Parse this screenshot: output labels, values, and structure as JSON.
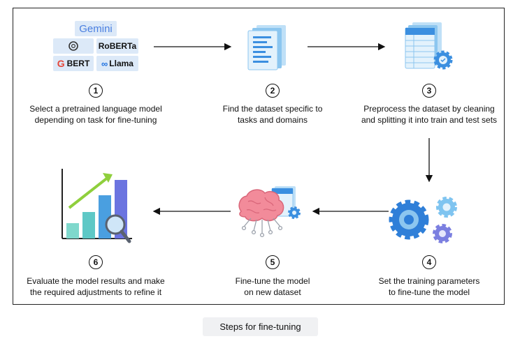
{
  "steps": [
    {
      "number": "1",
      "line1": "Select a pretrained language model",
      "line2": "depending on task for fine-tuning",
      "icon": "model-logos-icon"
    },
    {
      "number": "2",
      "line1": "Find the dataset specific to",
      "line2": "tasks and domains",
      "icon": "document-stack-icon"
    },
    {
      "number": "3",
      "line1": "Preprocess the dataset by cleaning",
      "line2": "and splitting it into train and test sets",
      "icon": "spreadsheet-gear-icon"
    },
    {
      "number": "4",
      "line1": "Set the training parameters",
      "line2": "to fine-tune the model",
      "icon": "gears-icon"
    },
    {
      "number": "5",
      "line1": "Fine-tune the model",
      "line2": "on new dataset",
      "icon": "brain-circuit-icon"
    },
    {
      "number": "6",
      "line1": "Evaluate the model results and make",
      "line2": "the required adjustments to refine it",
      "icon": "bar-chart-magnifier-icon"
    }
  ],
  "logos": {
    "gemini": "Gemini",
    "roberta": "RoBERTa",
    "bert": "BERT",
    "llama": "Llama"
  },
  "caption": "Steps for fine-tuning",
  "colors": {
    "logo_tile": "#dce9f8",
    "doc_blue": "#3b8fe0",
    "gear_blue": "#2f7fd8",
    "gear_purple": "#7b7fe0",
    "brain_pink": "#f28b9a",
    "chart_teal": "#7fd8cc",
    "arrow_green": "#8fcf3c"
  }
}
